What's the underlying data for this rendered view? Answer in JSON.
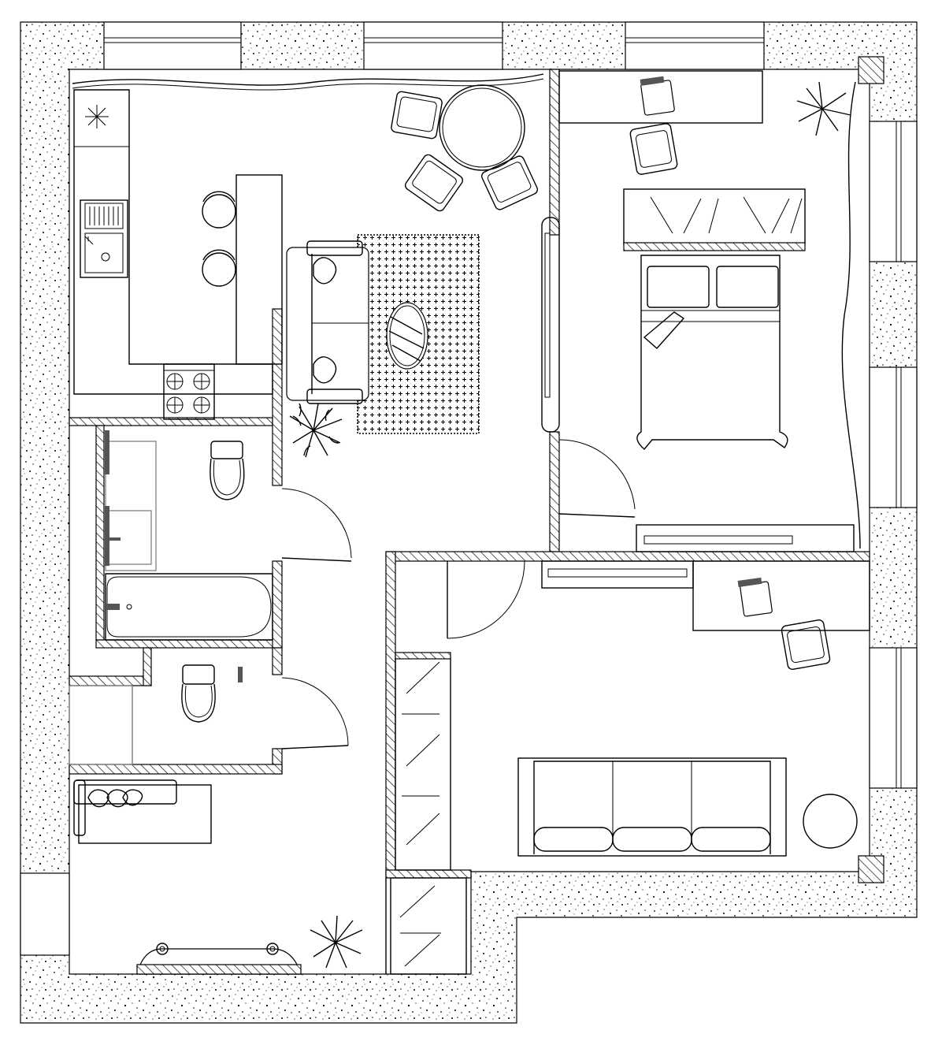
{
  "plan": {
    "colors": {
      "ink": "#000000",
      "background": "#ffffff",
      "fixture_grey": "#555555"
    },
    "rooms": [
      "kitchen-living",
      "bedroom",
      "study-lounge",
      "bathroom",
      "toilet",
      "hallway"
    ],
    "icons": [
      "window-icon",
      "door-swing-icon",
      "chair-icon",
      "table-icon",
      "sofa-icon",
      "bed-icon",
      "plant-icon",
      "rug-icon",
      "stove-icon",
      "sink-icon",
      "toilet-icon",
      "bathtub-icon",
      "wardrobe-icon",
      "radiator-icon"
    ]
  }
}
